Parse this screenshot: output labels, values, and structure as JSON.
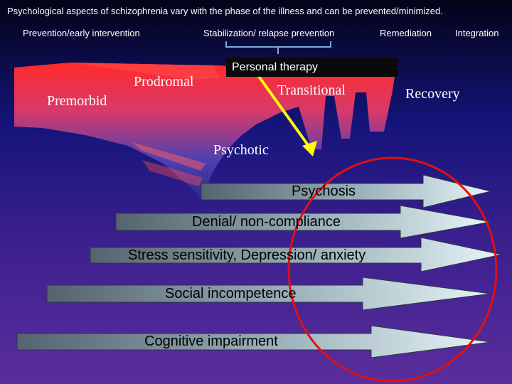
{
  "title": "Psychological aspects of schizophrenia vary with the phase of the illness and can be prevented/minimized.",
  "phases_header": {
    "prevention": "Prevention/early intervention",
    "stabilization": "Stabilization/ relapse prevention",
    "remediation": "Remediation",
    "integration": "Integration"
  },
  "therapy_label": "Personal therapy",
  "stages": {
    "premorbid": "Premorbid",
    "prodromal": "Prodromal",
    "psychotic": "Psychotic",
    "transitional": "Transitional",
    "recovery": "Recovery"
  },
  "arrows": [
    {
      "label": "Psychosis"
    },
    {
      "label": "Denial/ non-compliance"
    },
    {
      "label": "Stress sensitivity, Depression/ anxiety"
    },
    {
      "label": "Social incompetence"
    },
    {
      "label": "Cognitive impairment"
    }
  ],
  "colors": {
    "highlight_arrow": "#ffff00",
    "circle": "#e01010",
    "box": "#0a0a0a"
  }
}
